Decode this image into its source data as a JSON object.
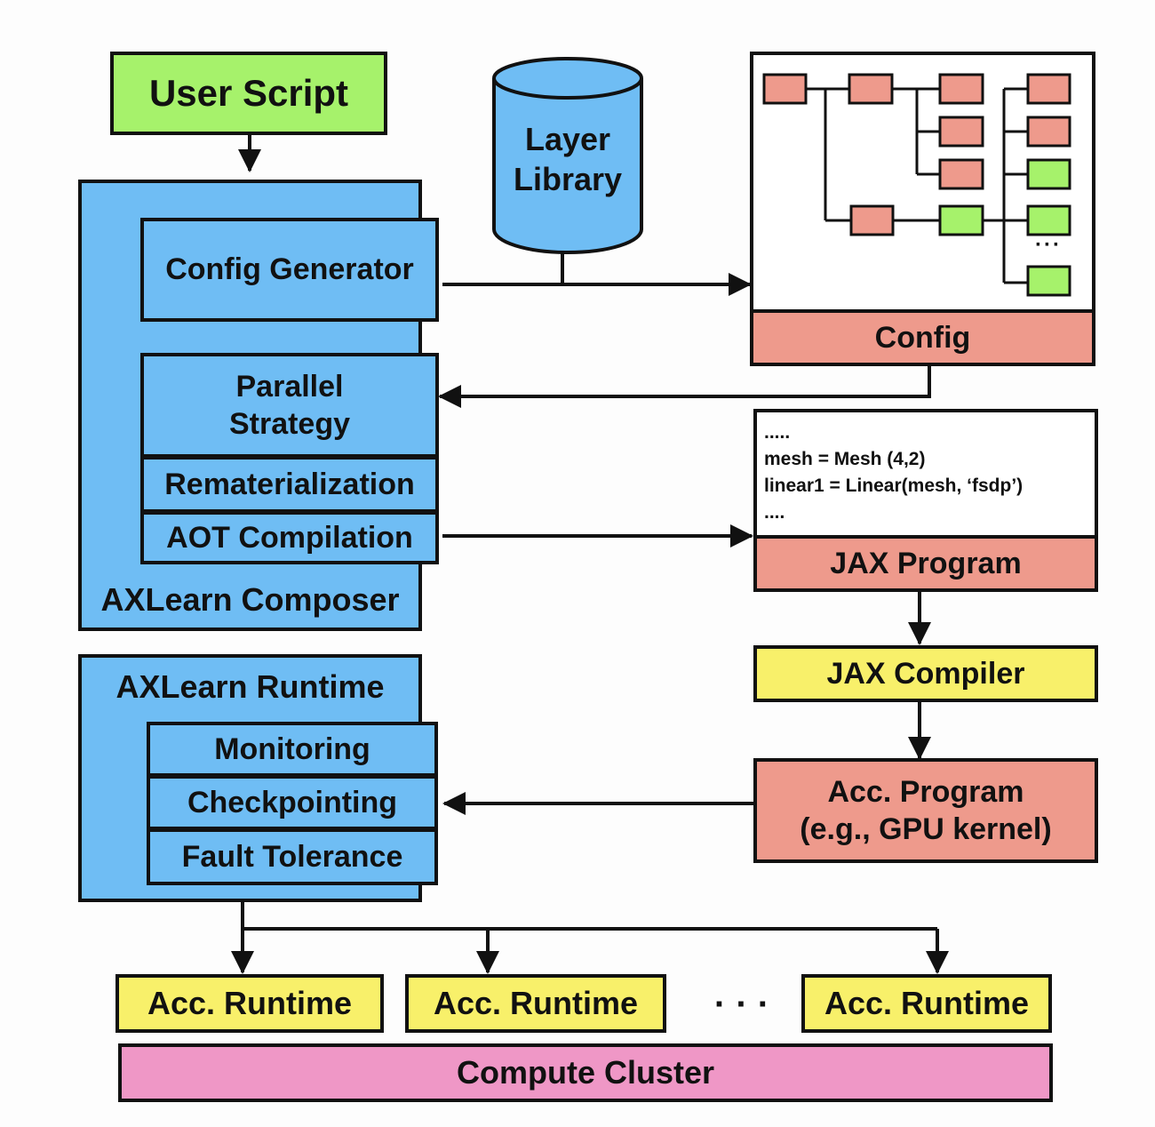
{
  "user_script": "User Script",
  "layer_library": "Layer\nLibrary",
  "composer": {
    "title": "AXLearn Composer",
    "config_generator": "Config Generator",
    "parallel_strategy": "Parallel\nStrategy",
    "rematerialization": "Rematerialization",
    "aot_compilation": "AOT Compilation"
  },
  "config_label": "Config",
  "jax_program": {
    "code_lines": [
      ".....",
      "mesh = Mesh (4,2)",
      "linear1 = Linear(mesh, ‘fsdp’)",
      "...."
    ],
    "label": "JAX Program"
  },
  "jax_compiler": "JAX Compiler",
  "acc_program": "Acc. Program\n(e.g., GPU kernel)",
  "runtime": {
    "title": "AXLearn Runtime",
    "monitoring": "Monitoring",
    "checkpointing": "Checkpointing",
    "fault_tolerance": "Fault Tolerance"
  },
  "acc_runtimes": [
    "Acc. Runtime",
    "Acc. Runtime",
    "Acc. Runtime"
  ],
  "ellipsis": "· · ·",
  "tree_ellipsis": "···",
  "compute_cluster": "Compute Cluster",
  "colors": {
    "blue": "#6fbdf4",
    "green": "#a6f26b",
    "salmon": "#ee9a8c",
    "yellow": "#f8f06a",
    "pink": "#ef97c6"
  }
}
